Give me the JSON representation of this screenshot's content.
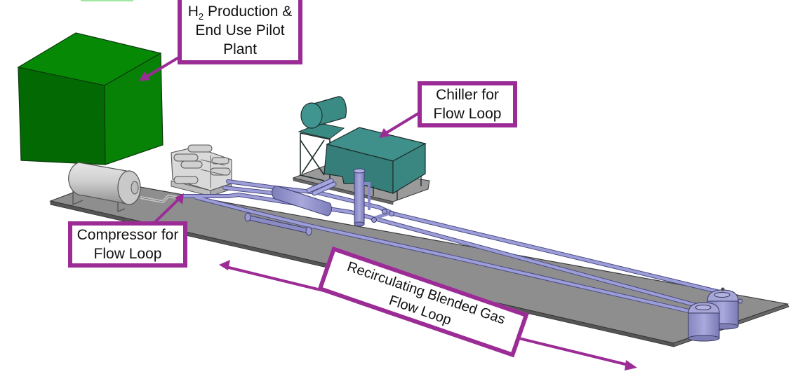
{
  "diagram": {
    "title": "Pilot plant and recirculating blended gas flow loop layout",
    "colors": {
      "callout_border": "#9b2c96",
      "arrow": "#9b2c96",
      "pilot_plant_box": "#0a8a0a",
      "chiller": "#3a8a84",
      "piping": "#8f8fd0",
      "platform": "#8e8e8e",
      "receiver_tank": "#c4c4c4"
    },
    "callouts": {
      "h2_plant": {
        "line1_prefix": "H",
        "line1_subscript": "2",
        "line1_suffix": " Production &",
        "line2": "End Use Pilot",
        "line3": "Plant"
      },
      "chiller": {
        "line1": "Chiller for",
        "line2": "Flow Loop"
      },
      "compressor": {
        "line1": "Compressor for",
        "line2": "Flow Loop"
      },
      "flow_loop": {
        "line1": "Recirculating Blended Gas",
        "line2": "Flow Loop"
      }
    },
    "components": [
      {
        "name": "H2 Production & End Use Pilot Plant",
        "shape": "green cube"
      },
      {
        "name": "Receiver tank",
        "shape": "horizontal gray cylinder"
      },
      {
        "name": "Compressor for Flow Loop",
        "shape": "gray machine block"
      },
      {
        "name": "Chiller for Flow Loop",
        "shape": "teal box with tank on frame"
      },
      {
        "name": "Flow loop piping",
        "shape": "purple pipes"
      },
      {
        "name": "Separator column",
        "shape": "vertical purple cylinder"
      },
      {
        "name": "End vessels",
        "shape": "two domed purple tanks"
      }
    ]
  }
}
